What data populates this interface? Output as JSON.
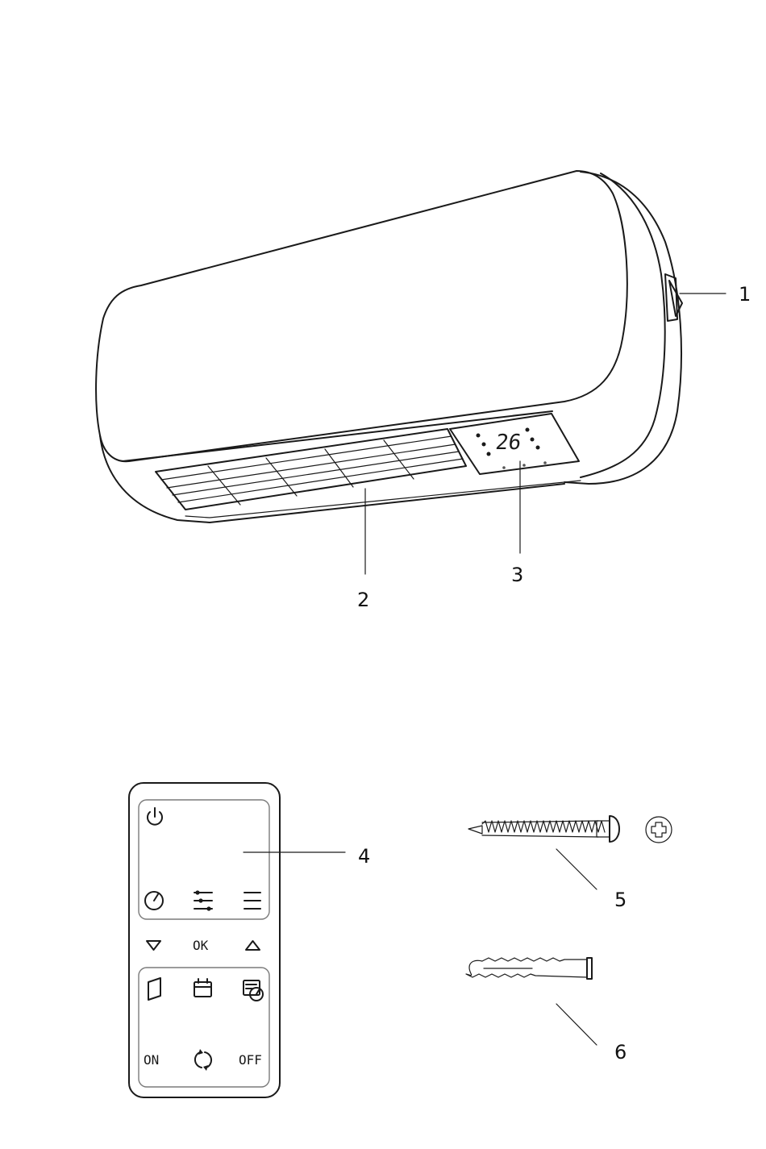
{
  "callouts": [
    {
      "id": "1",
      "label": "1"
    },
    {
      "id": "2",
      "label": "2"
    },
    {
      "id": "3",
      "label": "3"
    },
    {
      "id": "4",
      "label": "4"
    },
    {
      "id": "5",
      "label": "5"
    },
    {
      "id": "6",
      "label": "6"
    }
  ],
  "heater": {
    "display_value": "26"
  },
  "remote": {
    "ok_label": "OK",
    "on_label": "ON",
    "off_label": "OFF",
    "icons": [
      "power-icon",
      "timer-icon",
      "settings-sliders-icon",
      "menu-icon",
      "down-arrow-icon",
      "up-arrow-icon",
      "window-open-icon",
      "calendar-icon",
      "schedule-timer-icon",
      "cycle-icon"
    ]
  },
  "colors": {
    "line": "#1a1a1a",
    "panel_outline": "#7a7a7a",
    "background": "#ffffff"
  }
}
